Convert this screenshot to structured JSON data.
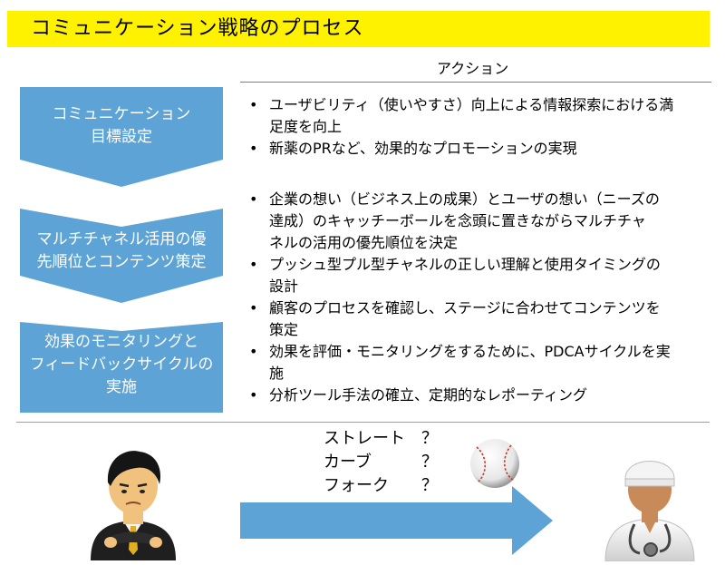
{
  "title": "コミュニケーション戦略のプロセス",
  "action_header": "アクション",
  "steps": [
    {
      "label": "コミュニケーション目標設定",
      "line1": "コミュニケーション",
      "line2": "目標設定"
    },
    {
      "label": "マルチチャネル活用の優先順位とコンテンツ策定",
      "line1": "マルチチャネル活用の優",
      "line2": "先順位とコンテンツ策定"
    },
    {
      "label": "効果のモニタリングとフィードバックサイクルの実施",
      "line1": "効果のモニタリングと",
      "line2": "フィードバックサイクルの",
      "line3": "実施"
    }
  ],
  "actions_group1": [
    {
      "l1": "ユーザビリティ（使いやすさ）向上による情報探索における満",
      "l2": "足度を向上"
    },
    {
      "l1": "新薬のPRなど、効果的なプロモーションの実現"
    }
  ],
  "actions_group2": [
    {
      "l1": "企業の想い（ビジネス上の成果）とユーザの想い（ニーズの",
      "l2": "達成）のキャッチーボールを念頭に置きながらマルチチャ",
      "l3": "ネルの活用の優先順位を決定"
    },
    {
      "l1": "プッシュ型プル型チャネルの正しい理解と使用タイミングの",
      "l2": "設計"
    },
    {
      "l1": "顧客のプロセスを確認し、ステージに合わせてコンテンツを",
      "l2": "策定"
    },
    {
      "l1": "効果を評価・モニタリングをするために、PDCAサイクルを実",
      "l2": "施"
    },
    {
      "l1": "分析ツール手法の確立、定期的なレポーティング"
    }
  ],
  "bullet_char": "•",
  "pitches": [
    {
      "label": "ストレート",
      "mark": "？"
    },
    {
      "label": "カーブ",
      "mark": "？"
    },
    {
      "label": "フォーク",
      "mark": "？"
    }
  ],
  "colors": {
    "title_bg": "#fff200",
    "step_fill": "#5ea3d6",
    "arrow_fill": "#5ea3d6",
    "divider": "#7ba7c9"
  },
  "icons": {
    "left_person": "businessman-thinking-icon",
    "right_person": "doctor-icon",
    "ball": "baseball-icon"
  }
}
